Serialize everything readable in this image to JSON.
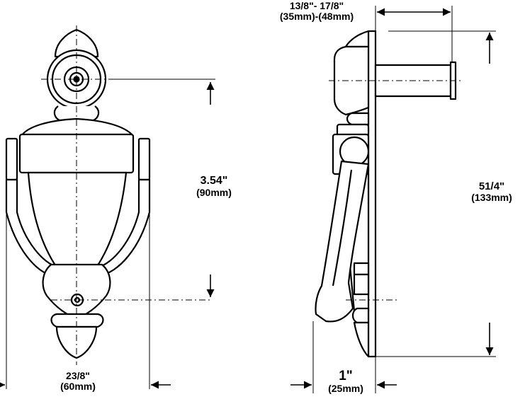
{
  "dimensions": {
    "front_height": {
      "value": "3.54\"",
      "metric": "(90mm)"
    },
    "front_width": {
      "value": "23/8\"",
      "metric": "(60mm)"
    },
    "door_thickness": {
      "value": "13/8\"- 17/8\"",
      "metric": "(35mm)-(48mm)"
    },
    "side_height": {
      "value": "51/4\"",
      "metric": "(133mm)"
    },
    "projection": {
      "value": "1\"",
      "metric": "(25mm)"
    }
  },
  "colors": {
    "line": "#000000",
    "background": "#ffffff"
  }
}
